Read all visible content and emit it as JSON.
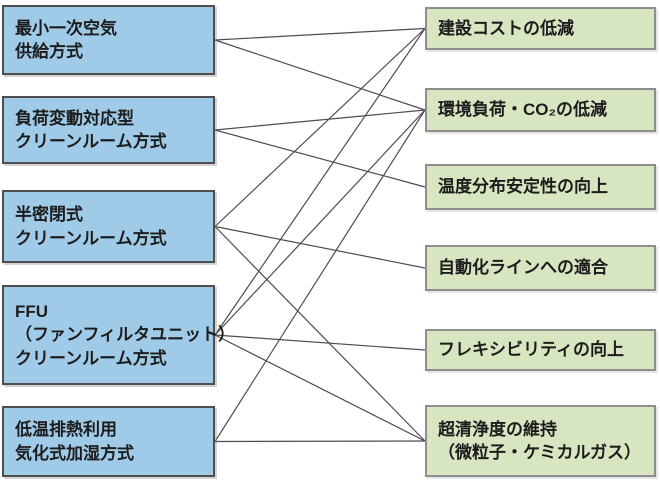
{
  "diagram": {
    "left_nodes": [
      {
        "id": "L1",
        "lines": [
          "最小一次空気",
          "供給方式"
        ]
      },
      {
        "id": "L2",
        "lines": [
          "負荷変動対応型",
          "クリーンルーム方式"
        ]
      },
      {
        "id": "L3",
        "lines": [
          "半密閉式",
          "クリーンルーム方式"
        ]
      },
      {
        "id": "L4",
        "lines": [
          "FFU",
          "（ファンフィルタユニット）",
          "クリーンルーム方式"
        ]
      },
      {
        "id": "L5",
        "lines": [
          "低温排熱利用",
          "気化式加湿方式"
        ]
      }
    ],
    "right_nodes": [
      {
        "id": "R1",
        "lines": [
          "建設コストの低減"
        ]
      },
      {
        "id": "R2",
        "lines": [
          "環境負荷・CO₂の低減"
        ]
      },
      {
        "id": "R3",
        "lines": [
          "温度分布安定性の向上"
        ]
      },
      {
        "id": "R4",
        "lines": [
          "自動化ラインへの適合"
        ]
      },
      {
        "id": "R5",
        "lines": [
          "フレキシビリティの向上"
        ]
      },
      {
        "id": "R6",
        "lines": [
          "超清浄度の維持",
          "（微粒子・ケミカルガス）"
        ]
      }
    ],
    "edges": [
      [
        "L1",
        "R1"
      ],
      [
        "L1",
        "R2"
      ],
      [
        "L2",
        "R2"
      ],
      [
        "L2",
        "R3"
      ],
      [
        "L3",
        "R1"
      ],
      [
        "L3",
        "R4"
      ],
      [
        "L3",
        "R6"
      ],
      [
        "L4",
        "R1"
      ],
      [
        "L4",
        "R2"
      ],
      [
        "L4",
        "R5"
      ],
      [
        "L4",
        "R6"
      ],
      [
        "L5",
        "R2"
      ],
      [
        "L5",
        "R6"
      ]
    ],
    "colors": {
      "left_fill": "#a0cbe8",
      "left_border": "#4e4e4e",
      "right_fill": "#d8e5c1",
      "right_border": "#8e8e8e",
      "line": "#544b4b",
      "text": "#1c1c1c"
    }
  }
}
